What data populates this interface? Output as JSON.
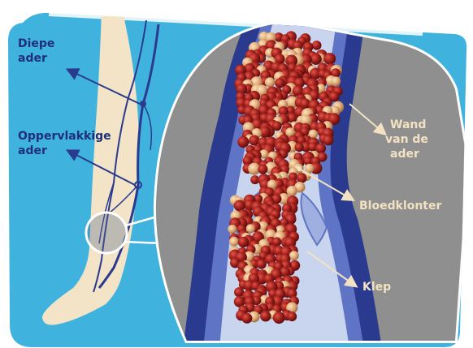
{
  "labels": {
    "deep_vein": [
      "Diepe",
      "ader"
    ],
    "superficial_vein": [
      "Oppervlakkige",
      "ader"
    ],
    "vein_wall": [
      "Wand",
      "van de",
      "ader"
    ],
    "blood_clot": [
      "Bloedklonter"
    ],
    "valve": [
      "Klep"
    ]
  },
  "colors": {
    "frame": "#3fb3dd",
    "skin": "#f3e3c7",
    "vein_dark": "#2a3a8f",
    "vein_lumen": "#c9d4ef",
    "tissue": "#8f8f8f",
    "clot_red": "#a3201c",
    "clot_light": "#e3b07d",
    "label_left": "#1f2f7a",
    "label_right": "#f3e2c2"
  },
  "icons": [
    "arrow-icon",
    "magnifier-circle-icon"
  ]
}
